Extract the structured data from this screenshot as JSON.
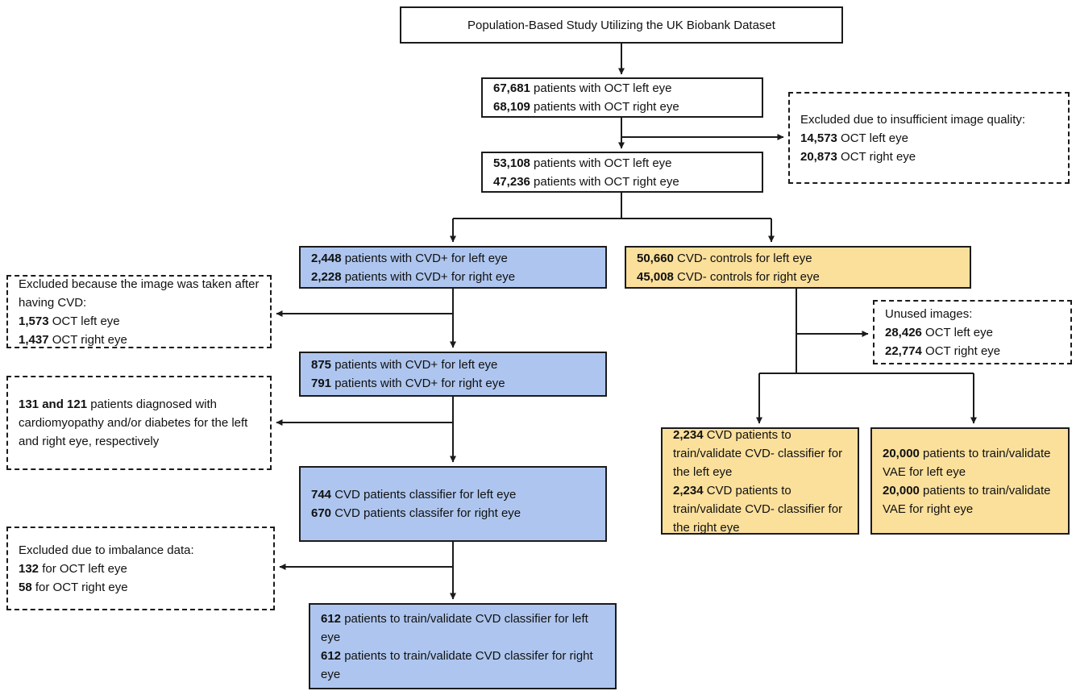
{
  "diagram": {
    "title": "Population-Based Study Utilizing the UK Biobank Dataset",
    "colors": {
      "cvd_positive_fill": "#aec6ef",
      "cvd_negative_fill": "#fbe09c",
      "line": "#1b1b1b",
      "background": "#ffffff"
    },
    "boxes": {
      "oct_initial": {
        "lines": [
          {
            "b": "67,681",
            "t": " patients with OCT left eye"
          },
          {
            "b": "68,109",
            "t": " patients with OCT right eye"
          }
        ]
      },
      "excluded_quality": {
        "lines": [
          {
            "b": "",
            "t": "Excluded due to insufficient image quality:"
          },
          {
            "b": "14,573",
            "t": " OCT left eye"
          },
          {
            "b": "20,873",
            "t": " OCT right eye"
          }
        ]
      },
      "oct_filtered": {
        "lines": [
          {
            "b": "53,108",
            "t": " patients with OCT left eye"
          },
          {
            "b": "47,236",
            "t": " patients with OCT right eye"
          }
        ]
      },
      "cvd_positive_initial": {
        "lines": [
          {
            "b": "2,448",
            "t": " patients with CVD+ for left eye"
          },
          {
            "b": "2,228",
            "t": " patients with CVD+ for right eye"
          }
        ]
      },
      "cvd_negative_controls": {
        "lines": [
          {
            "b": "50,660",
            "t": " CVD- controls for left eye"
          },
          {
            "b": "45,008",
            "t": " CVD- controls for right eye"
          }
        ]
      },
      "excluded_after_cvd": {
        "lines": [
          {
            "b": "",
            "t": "Excluded because the image was taken after having CVD:"
          },
          {
            "b": "1,573",
            "t": " OCT left eye"
          },
          {
            "b": "1,437",
            "t": " OCT right eye"
          }
        ]
      },
      "cvd_positive_filtered": {
        "lines": [
          {
            "b": "875",
            "t": " patients with CVD+ for left eye"
          },
          {
            "b": "791",
            "t": " patients with CVD+ for right eye"
          }
        ]
      },
      "excluded_cardiomyopathy": {
        "lines": [
          {
            "b": "131 and 121",
            "t": " patients diagnosed with cardiomyopathy and/or diabetes for the left and right eye, respectively"
          }
        ]
      },
      "cvd_classifier": {
        "lines": [
          {
            "b": "744",
            "t": " CVD patients classifier for left eye"
          },
          {
            "b": "670",
            "t": " CVD patients classifer for right eye"
          }
        ]
      },
      "excluded_imbalance": {
        "lines": [
          {
            "b": "",
            "t": "Excluded due to imbalance data:"
          },
          {
            "b": "132",
            "t": " for OCT left eye"
          },
          {
            "b": "58",
            "t": " for OCT right eye"
          }
        ]
      },
      "cvd_train_validate": {
        "lines": [
          {
            "b": "612",
            "t": " patients to train/validate CVD classifier for left eye"
          },
          {
            "b": "612",
            "t": " patients to train/validate CVD classifer for right eye"
          }
        ]
      },
      "unused_images": {
        "lines": [
          {
            "b": "",
            "t": "Unused images:"
          },
          {
            "b": "28,426",
            "t": " OCT left eye"
          },
          {
            "b": "22,774",
            "t": " OCT right eye"
          }
        ]
      },
      "cvd_negative_train_validate": {
        "lines": [
          {
            "b": "2,234",
            "t": " CVD patients to train/validate CVD- classifier for the left eye"
          },
          {
            "b": "2,234",
            "t": " CVD patients to train/validate CVD- classifier for the right eye"
          }
        ]
      },
      "vae_train_validate": {
        "lines": [
          {
            "b": "20,000",
            "t": " patients to train/validate VAE for left eye"
          },
          {
            "b": "20,000",
            "t": " patients to train/validate VAE for right eye"
          }
        ]
      }
    }
  }
}
